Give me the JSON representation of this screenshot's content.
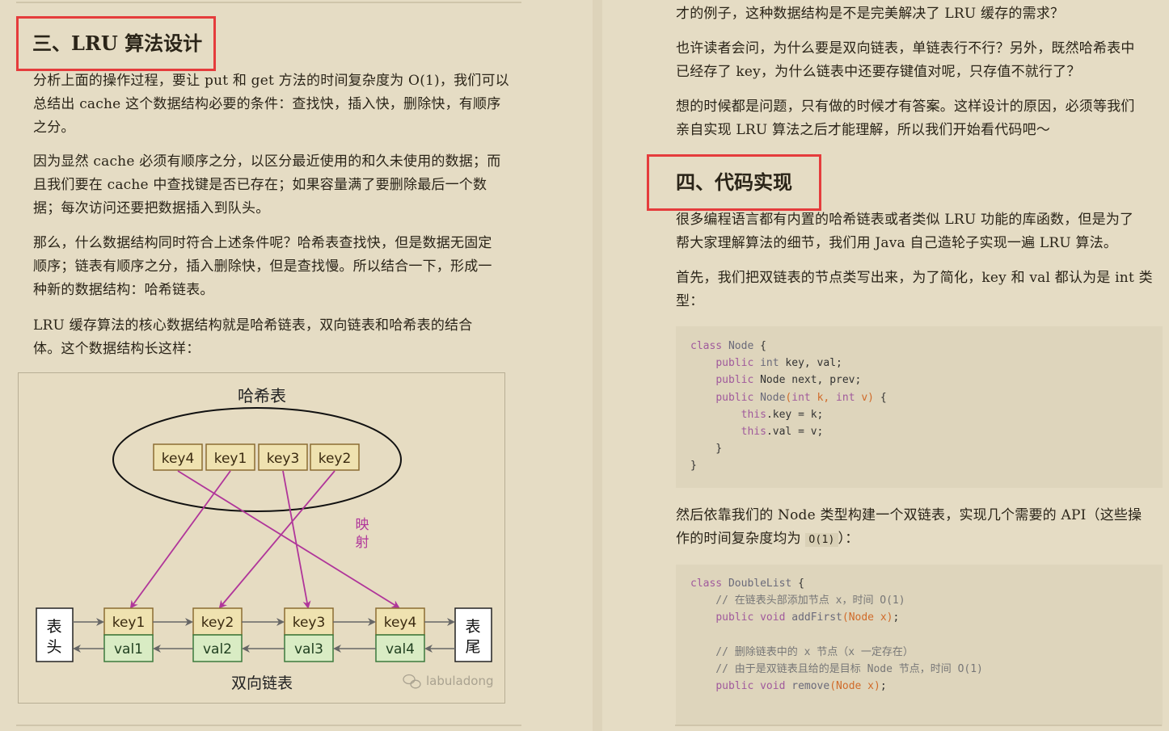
{
  "left": {
    "heading": "三、LRU 算法设计",
    "p1": [
      "分析上面的操作过程，要让 put 和 get 方法的时间复杂度为 O(1)，我们可以",
      "总结出 cache 这个数据结构必要的条件：查找快，插入快，删除快，有顺序",
      "之分。"
    ],
    "p2": [
      "因为显然 cache 必须有顺序之分，以区分最近使用的和久未使用的数据；而",
      "且我们要在 cache 中查找键是否已存在；如果容量满了要删除最后一个数",
      "据；每次访问还要把数据插入到队头。"
    ],
    "p3": [
      "那么，什么数据结构同时符合上述条件呢？哈希表查找快，但是数据无固定",
      "顺序；链表有顺序之分，插入删除快，但是查找慢。所以结合一下，形成一",
      "种新的数据结构：哈希链表。"
    ],
    "p4": [
      "LRU 缓存算法的核心数据结构就是哈希链表，双向链表和哈希表的结合",
      "体。这个数据结构长这样："
    ]
  },
  "figure": {
    "hash_title": "哈希表",
    "hash_keys": [
      "key4",
      "key1",
      "key3",
      "key2"
    ],
    "mapping_label": [
      "映",
      "射"
    ],
    "head_label": [
      "表",
      "头"
    ],
    "tail_label": [
      "表",
      "尾"
    ],
    "nodes": [
      {
        "key": "key1",
        "val": "val1"
      },
      {
        "key": "key2",
        "val": "val2"
      },
      {
        "key": "key3",
        "val": "val3"
      },
      {
        "key": "key4",
        "val": "val4"
      }
    ],
    "list_title": "双向链表",
    "watermark": "labuladong",
    "colors": {
      "arrow": "#b0359a",
      "key_bg": "#efe2b0",
      "val_bg": "#d9ecc4",
      "key_border": "#8b6d32",
      "val_border": "#3c7a3c"
    }
  },
  "right": {
    "p0": [
      "才的例子，这种数据结构是不是完美解决了 LRU 缓存的需求？"
    ],
    "p1": [
      "也许读者会问，为什么要是双向链表，单链表行不行？另外，既然哈希表中",
      "已经存了 key，为什么链表中还要存键值对呢，只存值不就行了？"
    ],
    "p2": [
      "想的时候都是问题，只有做的时候才有答案。这样设计的原因，必须等我们",
      "亲自实现 LRU 算法之后才能理解，所以我们开始看代码吧～"
    ],
    "heading": "四、代码实现",
    "p3": [
      "很多编程语言都有内置的哈希链表或者类似 LRU 功能的库函数，但是为了",
      "帮大家理解算法的细节，我们用 Java 自己造轮子实现一遍 LRU 算法。"
    ],
    "p4": [
      "首先，我们把双链表的节点类写出来，为了简化，key 和 val 都认为是 int 类",
      "型："
    ],
    "p5_line1": "然后依靠我们的 Node 类型构建一个双链表，实现几个需要的 API（这些操",
    "p5_line2_pre": "作的时间复杂度均为 ",
    "p5_code": "O(1)",
    "p5_line2_post": "）："
  },
  "code1": [
    "class Node {",
    "    public int key, val;",
    "    public Node next, prev;",
    "    public Node(int k, int v) {",
    "        this.key = k;",
    "        this.val = v;",
    "    }",
    "}"
  ],
  "code2": [
    "class DoubleList {",
    "    // 在链表头部添加节点 x，时间 O(1)",
    "    public void addFirst(Node x);",
    "",
    "    // 删除链表中的 x 节点（x 一定存在）",
    "    // 由于是双链表且给的是目标 Node 节点，时间 O(1)",
    "    public void remove(Node x);"
  ]
}
